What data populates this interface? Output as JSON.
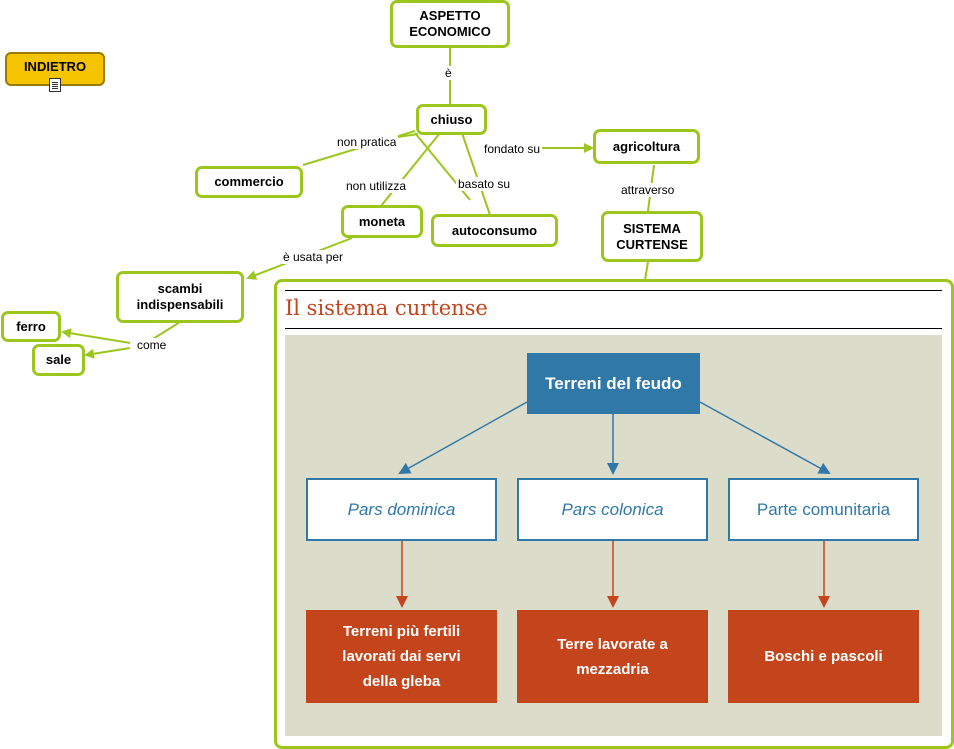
{
  "back_button": {
    "label": "INDIETRO",
    "icon": "document-icon"
  },
  "nodes": {
    "aspetto": "ASPETTO\nECONOMICO",
    "chiuso": "chiuso",
    "commercio": "commercio",
    "moneta": "moneta",
    "autoconsumo": "autoconsumo",
    "agricoltura": "agricoltura",
    "sistema": "SISTEMA\nCURTENSE",
    "scambi": "scambi\nindispensabili",
    "ferro": "ferro",
    "sale": "sale"
  },
  "links": {
    "e": "è",
    "non_pratica": "non pratica",
    "fondato_su": "fondato su",
    "non_utilizza": "non utilizza",
    "basato_su": "basato su",
    "attraverso": "attraverso",
    "usata_per": "è usata per",
    "come": "come"
  },
  "panel": {
    "title": "Il sistema curtense",
    "root": "Terreni del feudo",
    "branches": [
      {
        "label": "Pars dominica",
        "italic": true,
        "detail": "Terreni più fertili\nlavorati dai servi\ndella gleba"
      },
      {
        "label": "Pars colonica",
        "italic": true,
        "detail": "Terre lavorate a\nmezzadria"
      },
      {
        "label": "Parte comunitaria",
        "italic": false,
        "detail": "Boschi e pascoli"
      }
    ]
  },
  "colors": {
    "node_border": "#9cc61e",
    "back_button": "#f5c400",
    "title": "#c0441c",
    "blue": "#2f78a8",
    "orange": "#c4441b",
    "panel_bg": "#dcdccb"
  }
}
